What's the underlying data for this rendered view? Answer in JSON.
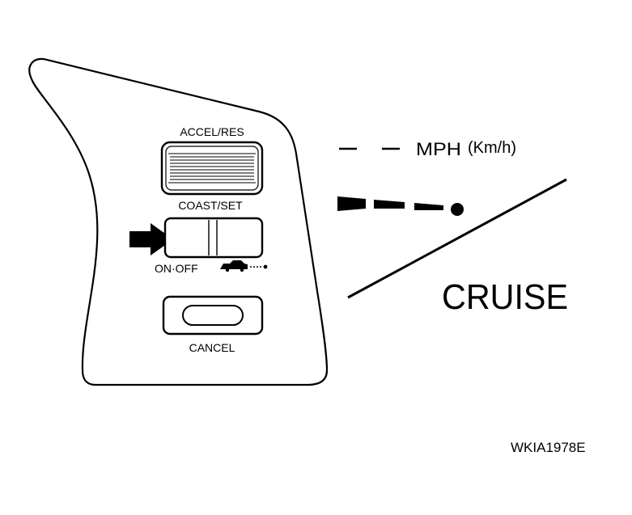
{
  "switch_panel": {
    "accel_res_label": "ACCEL/RES",
    "coast_set_label": "COAST/SET",
    "on_off_label": "ON·OFF",
    "cancel_label": "CANCEL"
  },
  "indicator": {
    "speed_unit_mph": "MPH",
    "speed_unit_kmh": "(Km/h)",
    "cruise_label": "CRUISE"
  },
  "figure_code": "WKIA1978E",
  "icons": [
    "on-off-arrow-icon",
    "cruise-car-icon"
  ]
}
